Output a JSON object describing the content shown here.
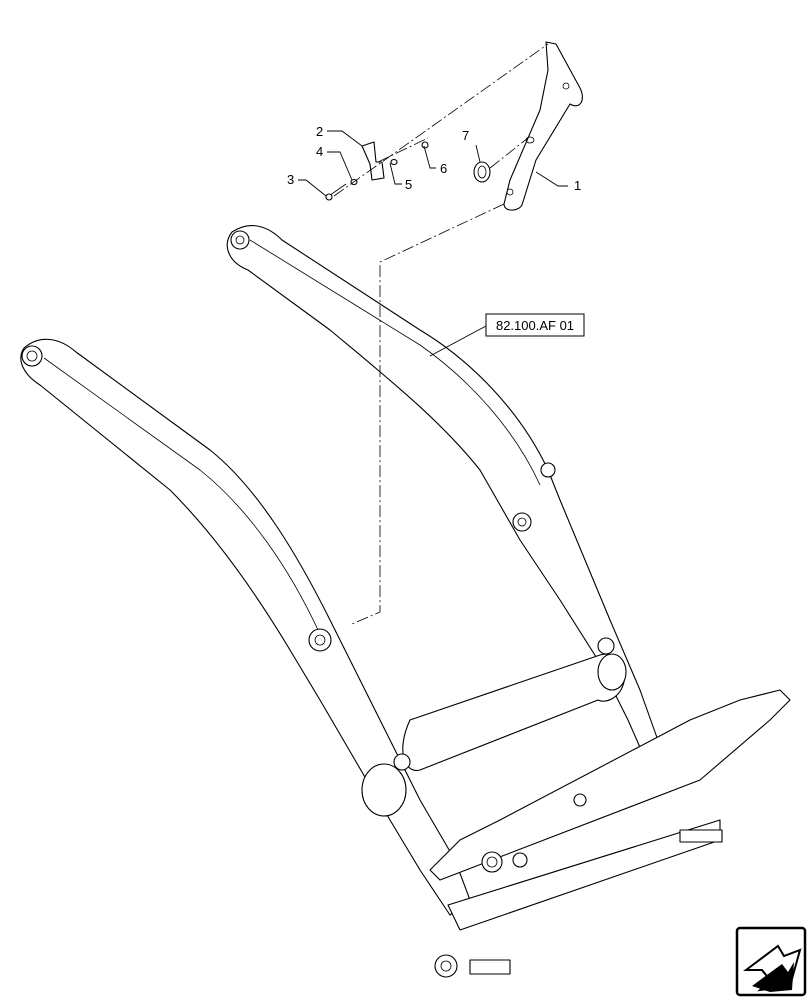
{
  "diagram": {
    "callouts": [
      "1",
      "2",
      "3",
      "4",
      "5",
      "6",
      "7"
    ],
    "reference_label": "82.100.AF 01",
    "nav_icon": "next-page-arrow-icon"
  }
}
